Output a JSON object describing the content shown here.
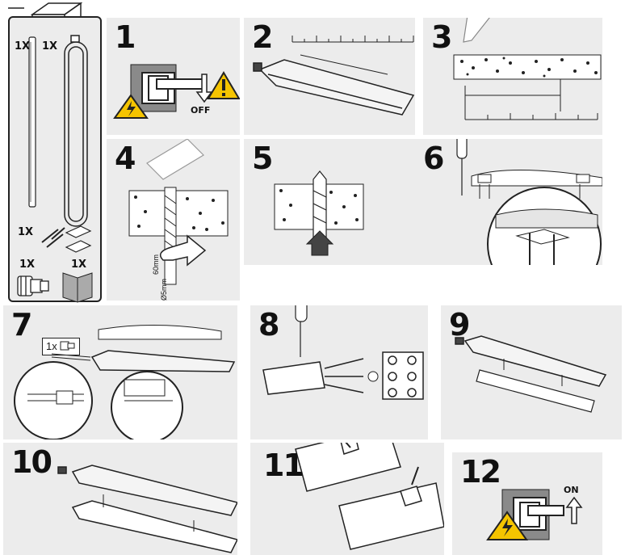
{
  "kit": {
    "tube_qty": "1X",
    "housing_qty": "1X",
    "screws_qty": "1X",
    "gland_qty": "1X",
    "manual_qty": "1X"
  },
  "steps": [
    {
      "number": "1",
      "label": "OFF"
    },
    {
      "number": "2"
    },
    {
      "number": "3"
    },
    {
      "number": "4",
      "depth": "60mm",
      "diameter": "Ø5mm"
    },
    {
      "number": "5"
    },
    {
      "number": "6"
    },
    {
      "number": "7",
      "badge": "1x"
    },
    {
      "number": "8"
    },
    {
      "number": "9"
    },
    {
      "number": "10"
    },
    {
      "number": "11"
    },
    {
      "number": "12",
      "label": "ON"
    }
  ],
  "colors": {
    "panel": "#ececec",
    "warning": "#f5c400",
    "ink": "#1a1a1a",
    "plate": "#8a8a8a"
  }
}
